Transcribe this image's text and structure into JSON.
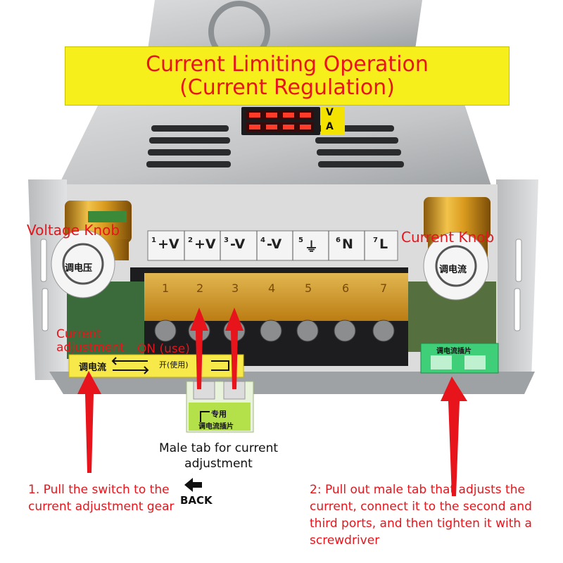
{
  "title": {
    "line1": "Current Limiting Operation",
    "line2": "(Current Regulation)"
  },
  "knobs": {
    "voltage_label": "Voltage Knob",
    "voltage_cap": "调电压",
    "current_label": "Current Knob",
    "current_cap": "调电流"
  },
  "terminals": [
    {
      "num": "1",
      "label": "+V"
    },
    {
      "num": "2",
      "label": "+V"
    },
    {
      "num": "3",
      "label": "-V"
    },
    {
      "num": "4",
      "label": "-V"
    },
    {
      "num": "5",
      "label": "⏚"
    },
    {
      "num": "6",
      "label": "N"
    },
    {
      "num": "7",
      "label": "L"
    }
  ],
  "cover_numbers": [
    "1",
    "2",
    "3",
    "4",
    "5",
    "6",
    "7"
  ],
  "switch_plate": {
    "left_text": "调电流",
    "right_text": "开(使用)"
  },
  "labels": {
    "current_adjustment": "Current adjustment",
    "on_use": "ON (use)",
    "male_tab": "Male tab for current adjustment"
  },
  "male_tab_sticker": {
    "line1": "专用",
    "line2": "调电流插片"
  },
  "right_tab_sticker": "调电流插片",
  "display_indicators": [
    "V",
    "A"
  ],
  "captions": {
    "step1": "1. Pull the switch to the current adjustment gear",
    "step2": "2: Pull out male tab that adjusts the current, connect it to the second and third ports, and then tighten it with a screwdriver"
  },
  "back_icon_text": "BACK",
  "colors": {
    "title_bg": "#f7ef1b",
    "accent_red": "#e8141b",
    "knob_gold": "#d99b1f",
    "terminal_cover": "#e8a82a"
  }
}
